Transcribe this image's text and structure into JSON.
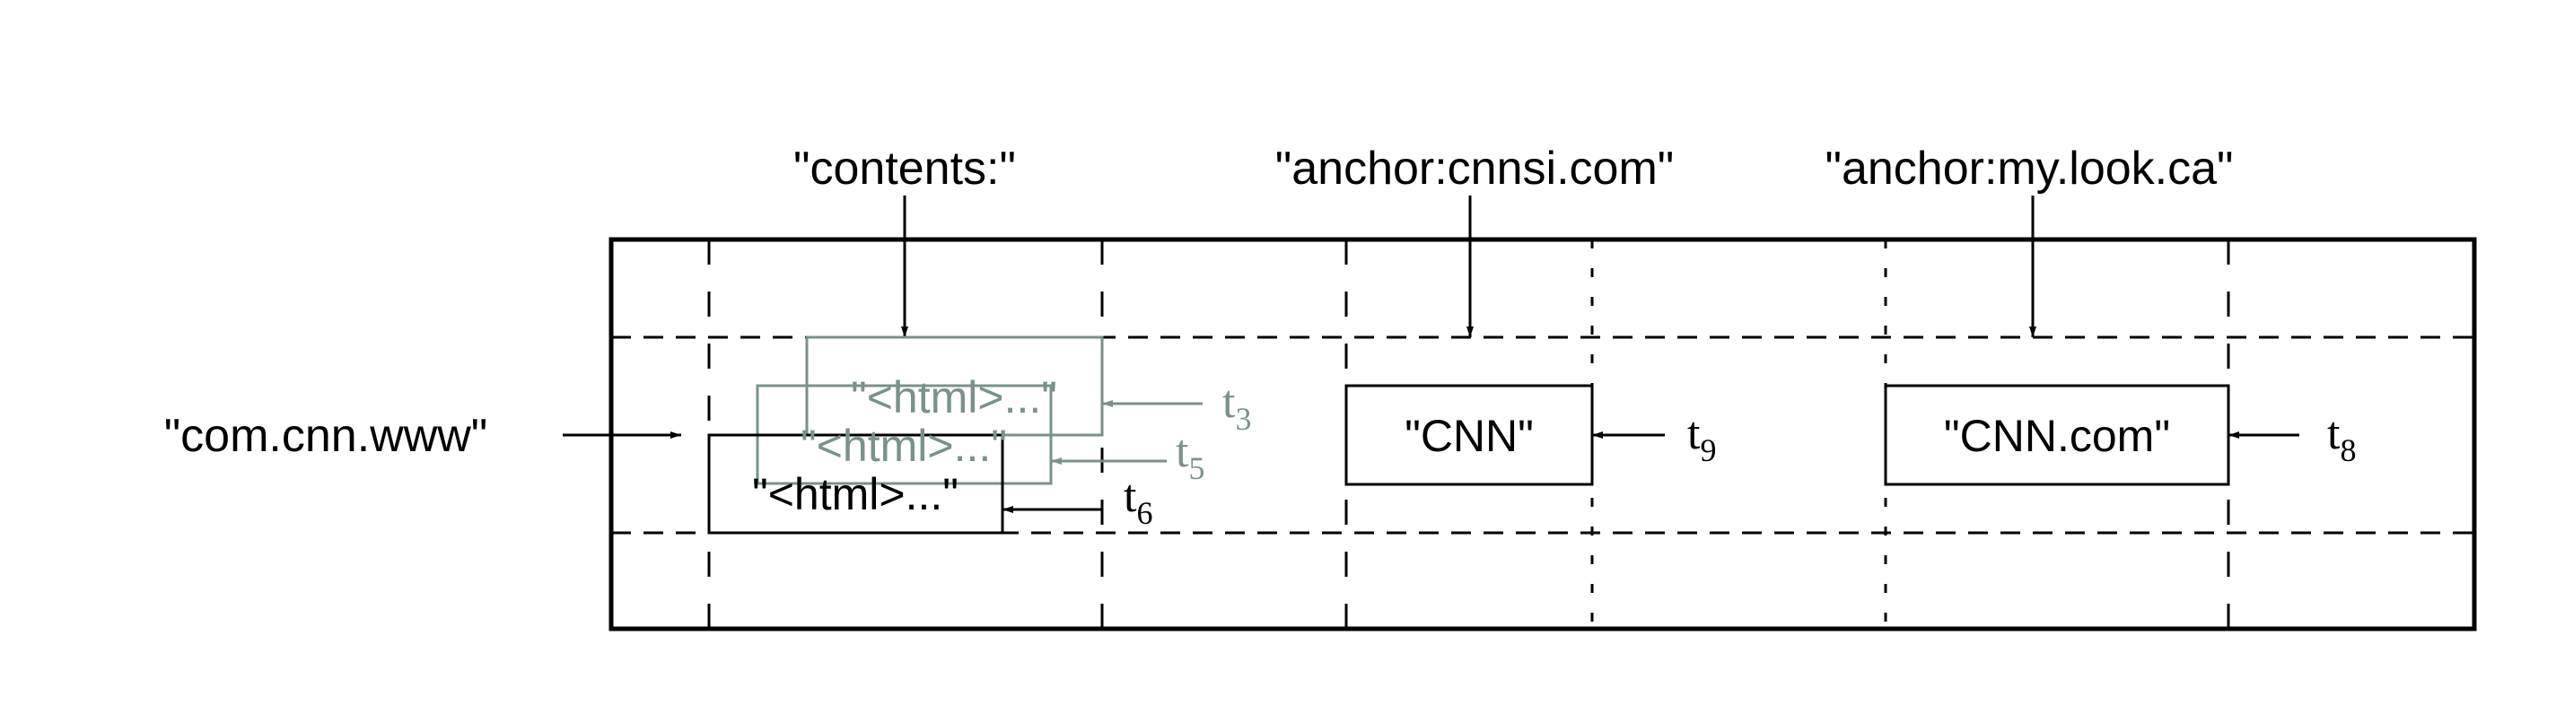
{
  "colors": {
    "black": "#000000",
    "old_version": "#7a918c"
  },
  "row_key": "\"com.cnn.www\"",
  "columns": [
    {
      "label": "\"contents:\""
    },
    {
      "label": "\"anchor:cnnsi.com\""
    },
    {
      "label": "\"anchor:my.look.ca\""
    }
  ],
  "cells": {
    "contents_t3": {
      "value": "\"<html>...\"",
      "t": "t",
      "sub": "3"
    },
    "contents_t5": {
      "value": "\"<html>...\"",
      "t": "t",
      "sub": "5"
    },
    "contents_t6": {
      "value": "\"<html>...\"",
      "t": "t",
      "sub": "6"
    },
    "cnnsi_t9": {
      "value": "\"CNN\"",
      "t": "t",
      "sub": "9"
    },
    "mylook_t8": {
      "value": "\"CNN.com\"",
      "t": "t",
      "sub": "8"
    }
  }
}
